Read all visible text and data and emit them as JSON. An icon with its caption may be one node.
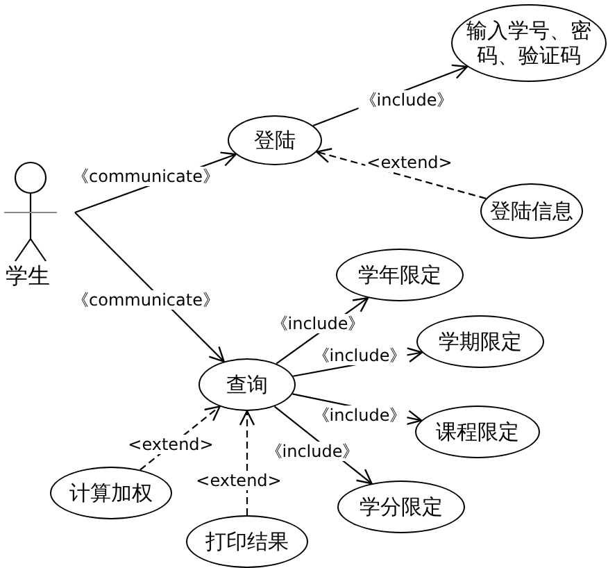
{
  "diagram": {
    "nodes": [
      {
        "text": [
          "学生"
        ]
      },
      {
        "text": [
          "登陆"
        ]
      },
      {
        "text": [
          "输入学号、密码、验证码"
        ]
      },
      {
        "text": [
          "登陆信息"
        ]
      },
      {
        "text": [
          "查询"
        ]
      },
      {
        "text": [
          "学年限定"
        ]
      },
      {
        "text": [
          "学期限定"
        ]
      },
      {
        "text": [
          "课程限定"
        ]
      },
      {
        "text": [
          "学分限定"
        ]
      },
      {
        "text": [
          "计算加权"
        ]
      },
      {
        "text": [
          "打印结果"
        ]
      }
    ],
    "edges": [
      {
        "from": 0,
        "to": 1,
        "arrow": "to",
        "label": "《communicate》"
      },
      {
        "from": 0,
        "to": 4,
        "arrow": "to",
        "label": "《communicate》"
      },
      {
        "from": 1,
        "to": 2,
        "arrow": "to",
        "label": "《include》"
      },
      {
        "from": 3,
        "to": 1,
        "arrow": "to",
        "label": "<extend>",
        "style": "dashed"
      },
      {
        "from": 4,
        "to": 5,
        "arrow": "to",
        "label": "《include》"
      },
      {
        "from": 4,
        "to": 6,
        "arrow": "to",
        "label": "《include》"
      },
      {
        "from": 4,
        "to": 7,
        "arrow": "to",
        "label": "《include》"
      },
      {
        "from": 4,
        "to": 8,
        "arrow": "to",
        "label": "《include》"
      },
      {
        "from": 9,
        "to": 4,
        "arrow": "to",
        "label": "<extend>",
        "style": "dashed"
      },
      {
        "from": 10,
        "to": 4,
        "arrow": "to",
        "label": "<extend>",
        "style": "dashed"
      }
    ]
  }
}
